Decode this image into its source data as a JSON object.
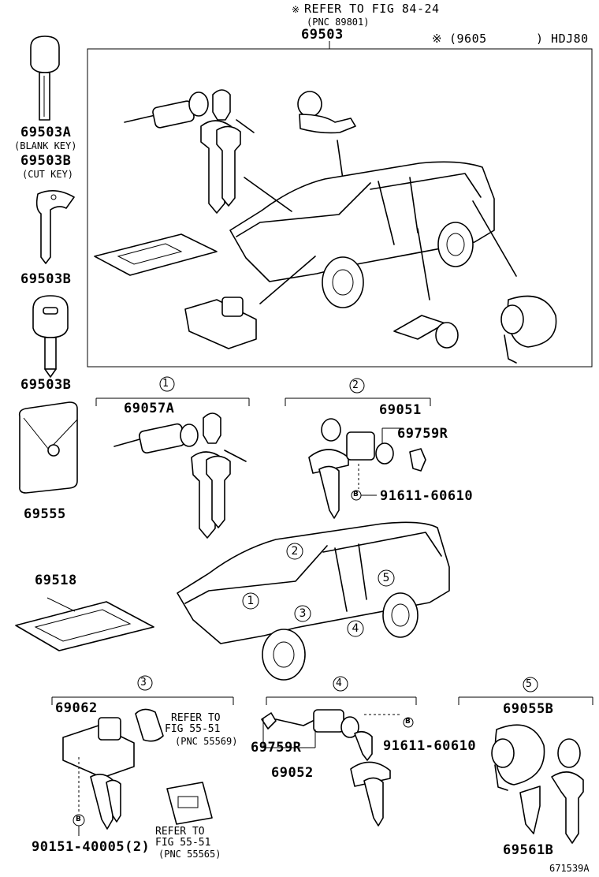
{
  "header": {
    "refer_fig_line1": "REFER TO FIG 84-24",
    "refer_fig_line2": "(PNC 89801)",
    "main_part": "69503",
    "note_mark": "※",
    "note_date": "(9605",
    "note_model": ") HDJ80"
  },
  "keys": {
    "key_a_part": "69503A",
    "key_a_desc": "(BLANK KEY)",
    "key_b_part": "69503B",
    "key_b_desc": "(CUT KEY)",
    "key_b2_part": "69503B",
    "key_b3_part": "69503B"
  },
  "wallet": {
    "part": "69555"
  },
  "card": {
    "part": "69518"
  },
  "groups": {
    "g1": {
      "num": "1",
      "part": "69057A"
    },
    "g2": {
      "num": "2",
      "part": "69051",
      "sub_part": "69759R",
      "bolt_mark": "B",
      "bolt_part": "91611-60610"
    },
    "g3": {
      "num": "3",
      "part": "69062",
      "refer1_line1": "REFER TO",
      "refer1_line2": "FIG 55-51",
      "refer1_line3": "(PNC 55569)",
      "refer2_line1": "REFER TO",
      "refer2_line2": "FIG 55-51",
      "refer2_line3": "(PNC 55565)",
      "bolt_mark": "B",
      "bolt_part": "90151-40005(2)"
    },
    "g4": {
      "num": "4",
      "part": "69052",
      "sub_part": "69759R",
      "bolt_mark": "B",
      "bolt_part": "91611-60610"
    },
    "g5": {
      "num": "5",
      "part": "69055B",
      "sub_part": "69561B"
    }
  },
  "car_callouts": [
    "1",
    "2",
    "3",
    "4",
    "5"
  ],
  "footer": {
    "diagram_code": "671539A"
  }
}
